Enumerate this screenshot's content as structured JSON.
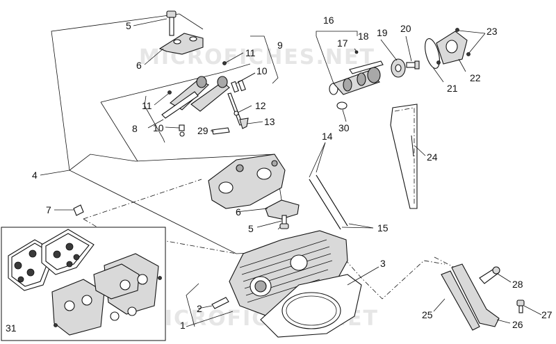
{
  "watermark": "MICROFICHES.NET",
  "callouts": {
    "c1": "1",
    "c2": "2",
    "c3": "3",
    "c4": "4",
    "c5a": "5",
    "c5b": "5",
    "c6a": "6",
    "c6b": "6",
    "c7": "7",
    "c8": "8",
    "c9": "9",
    "c10a": "10",
    "c10b": "10",
    "c11a": "11",
    "c11b": "11",
    "c12": "12",
    "c13": "13",
    "c14": "14",
    "c15": "15",
    "c16": "16",
    "c17": "17",
    "c18": "18",
    "c19": "19",
    "c20": "20",
    "c21": "21",
    "c22": "22",
    "c23": "23",
    "c24": "24",
    "c25": "25",
    "c26": "26",
    "c27": "27",
    "c28": "28",
    "c29": "29",
    "c30": "30",
    "c31": "31"
  }
}
